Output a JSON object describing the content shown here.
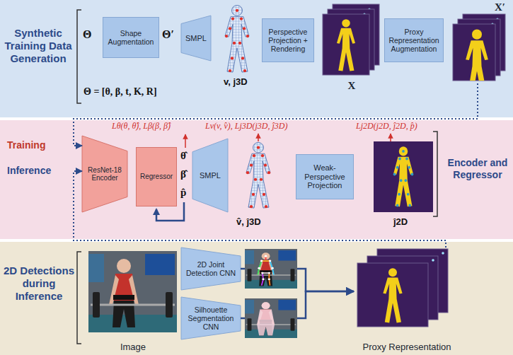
{
  "diagram": {
    "nodes": [
      {
        "text": [
          "Synthetic Training Data Generation"
        ]
      },
      {
        "text": [
          "Shape Augmentation"
        ],
        "in": 0
      },
      {
        "text": [
          "SMPL"
        ],
        "in": 0
      },
      {
        "text": [
          "Perspective Projection + Rendering"
        ],
        "in": 0
      },
      {
        "text": [
          "X"
        ],
        "in": 0
      },
      {
        "text": [
          "Proxy Representation Augmentation"
        ],
        "in": 0
      },
      {
        "text": [
          "X′"
        ],
        "in": 0
      },
      {
        "text": [
          "Encoder and Regressor"
        ]
      },
      {
        "text": [
          "ResNet-18 Encoder"
        ],
        "in": 7
      },
      {
        "text": [
          "Regressor"
        ],
        "in": 7
      },
      {
        "text": [
          "SMPL"
        ],
        "in": 7
      },
      {
        "text": [
          "Weak-Perspective Projection"
        ],
        "in": 7
      },
      {
        "text": [
          "2D Detections during Inference"
        ]
      },
      {
        "text": [
          "Image"
        ],
        "in": 12
      },
      {
        "text": [
          "2D Joint Detection CNN"
        ],
        "in": 12
      },
      {
        "text": [
          "Silhouette Segmentation CNN"
        ],
        "in": 12
      },
      {
        "text": [
          "Proxy Representation"
        ],
        "in": 12
      }
    ],
    "edges": [
      {
        "from": 6,
        "to": 8,
        "arrow": "to",
        "label": "Training"
      },
      {
        "from": 16,
        "to": 8,
        "arrow": "to",
        "label": "Inference"
      },
      {
        "from": 14,
        "to": 16,
        "arrow": "to"
      },
      {
        "from": 15,
        "to": 16,
        "arrow": "to"
      }
    ],
    "labels": [
      "Θ",
      "Θ′",
      "v, j3D",
      "Θ = [θ, β, t, K, R]",
      "θ̂",
      "β̂",
      "p̂",
      "Lθ(θ, θ̂), Lβ(β, β̂)",
      "Lv(v, v̂), Lj3D(j3D, ĵ3D)",
      "v̂, ĵ3D",
      "Lj2D(j2D, ĵ2D, p̂)",
      "ĵ2D"
    ]
  }
}
